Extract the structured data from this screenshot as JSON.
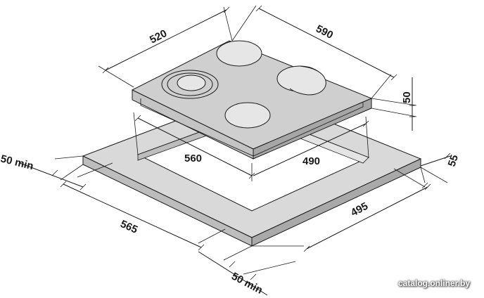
{
  "dimensions": {
    "hob_depth": "520",
    "hob_width": "590",
    "hob_height": "50",
    "cutout_width": "560",
    "cutout_depth": "490",
    "rear_clearance": "50 min",
    "side_margin": "55",
    "worktop_width": "565",
    "worktop_depth": "495",
    "front_clearance": "50 min"
  },
  "watermark": "catalog.onliner.by",
  "colors": {
    "surface": "#cfcfcf",
    "surface_side": "#b0b0b0",
    "outline": "#1a1a1a",
    "worktop": "#d9d9d9",
    "worktop_edge": "#a9a9a9"
  }
}
